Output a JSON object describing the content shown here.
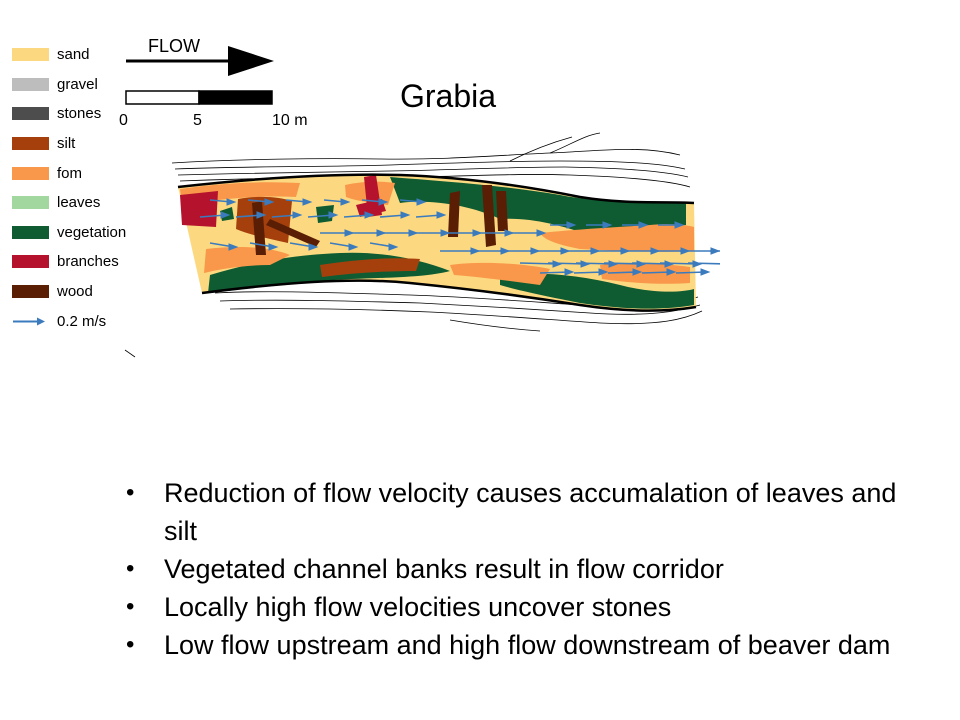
{
  "legend": [
    {
      "label": "sand",
      "color": "#fcd980"
    },
    {
      "label": "gravel",
      "color": "#bdbdbd"
    },
    {
      "label": "stones",
      "color": "#4d4d4d"
    },
    {
      "label": "silt",
      "color": "#a5400d"
    },
    {
      "label": "fom",
      "color": "#f9984a"
    },
    {
      "label": "leaves",
      "color": "#a3d7a0"
    },
    {
      "label": "vegetation",
      "color": "#0f5c32"
    },
    {
      "label": "branches",
      "color": "#b5122d"
    },
    {
      "label": "wood",
      "color": "#5a1e05"
    },
    {
      "label": "0.2 m/s",
      "color": "#3b7bbd",
      "kind": "arrow"
    }
  ],
  "flow": {
    "label": "FLOW",
    "scale_ticks": [
      "0",
      "5",
      "10 m"
    ]
  },
  "title": "Grabia",
  "bullets": [
    "Reduction of flow velocity causes accumalation of leaves and silt",
    "Vegetated channel banks result in flow corridor",
    "Locally high flow velocities uncover stones",
    "Low flow upstream and high flow downstream of beaver dam"
  ],
  "bullet_symbol": "•"
}
